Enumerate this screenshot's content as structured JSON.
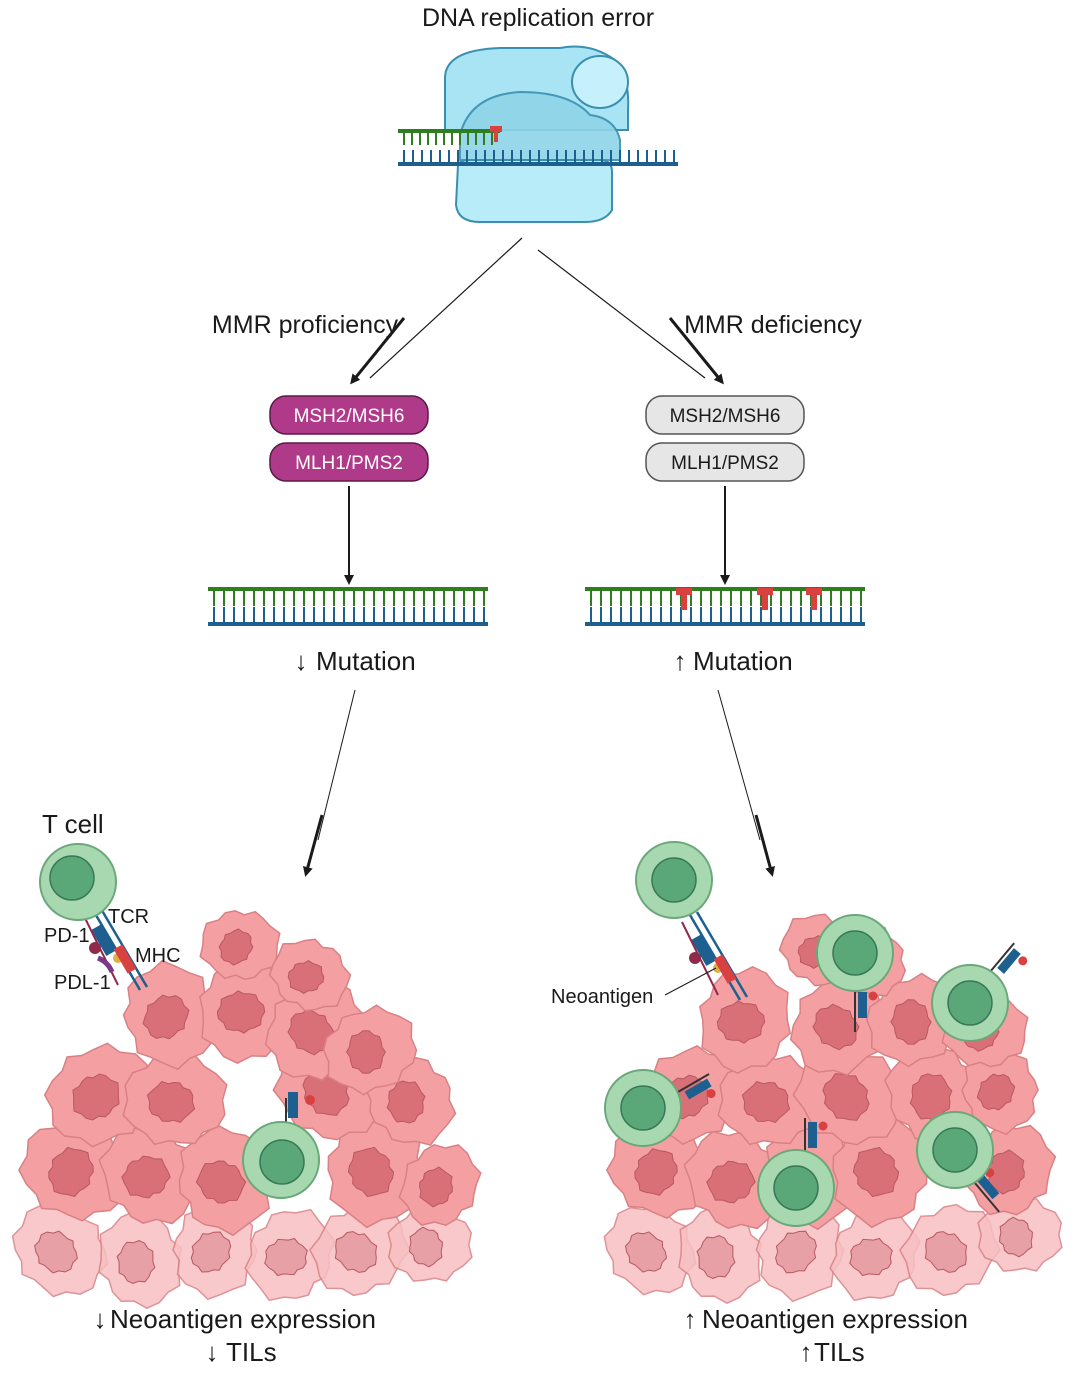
{
  "title": "DNA replication error",
  "left": {
    "path_label": "MMR proficiency",
    "complex1": "MSH2/MSH6",
    "complex2": "MLH1/PMS2",
    "mutation": "Mutation",
    "mutation_arrow": "↓",
    "neoantigen": "Neoantigen expression",
    "neoantigen_arrow": "↓",
    "tils": "TILs",
    "tils_arrow": "↓",
    "tcell_label": "T cell",
    "tcr_label": "TCR",
    "pd1_label": "PD-1",
    "mhc_label": "MHC",
    "pdl1_label": "PDL-1"
  },
  "right": {
    "path_label": "MMR deficiency",
    "complex1": "MSH2/MSH6",
    "complex2": "MLH1/PMS2",
    "mutation": "Mutation",
    "mutation_arrow": "↑",
    "neoantigen": "Neoantigen expression",
    "neoantigen_arrow": "↑",
    "tils": "TILs",
    "tils_arrow": "↑",
    "neoantigen_label": "Neoantigen"
  },
  "colors": {
    "proficient_pill": "#b03a8a",
    "deficient_pill": "#e6e6e6",
    "dna_green": "#2e7d1f",
    "dna_blue": "#1d5f8f",
    "mismatch_red": "#d94040",
    "polymerase": "#9fdff0",
    "tumor": "#f4a0a3",
    "tumor_nucleus": "#d97077",
    "tcell_outer": "#a8d8b0",
    "tcell_inner": "#5aa878"
  }
}
